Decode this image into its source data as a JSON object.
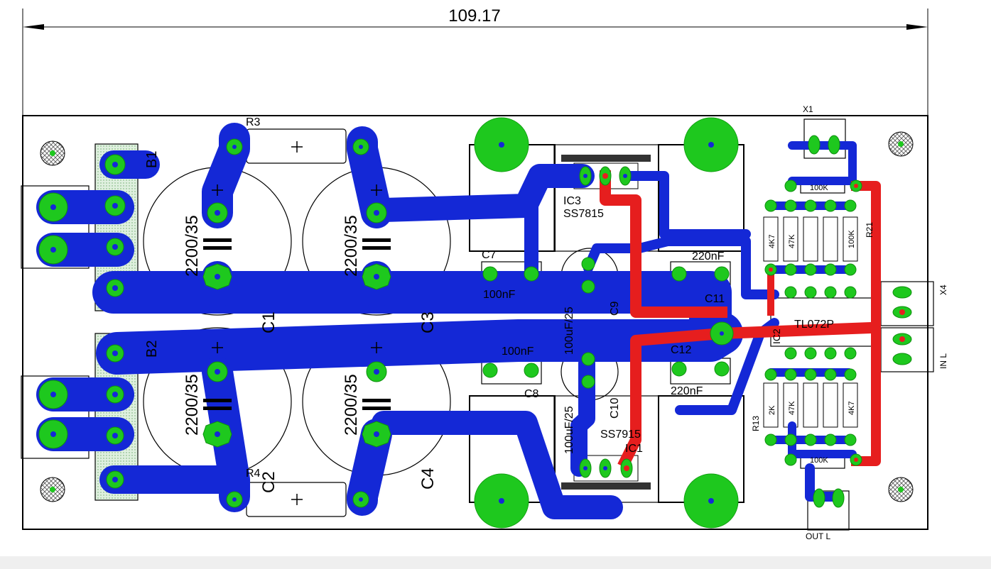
{
  "dimension": {
    "value": "109.17"
  },
  "capacitors_big": [
    {
      "ref": "C1",
      "value": "2200/35"
    },
    {
      "ref": "C3",
      "value": "2200/35"
    },
    {
      "ref": "C2",
      "value": "2200/35"
    },
    {
      "ref": "C4",
      "value": "2200/35"
    }
  ],
  "resistors": {
    "r3": "R3",
    "r4": "R4",
    "r13": "R13",
    "r21": "R21"
  },
  "bridges": {
    "b1": "B1",
    "b2": "B2"
  },
  "regulators": {
    "ic3": {
      "ref": "IC3",
      "part": "SS7815"
    },
    "ic1": {
      "ref": "IC1",
      "part": "SS7915"
    }
  },
  "small_caps": {
    "c7": {
      "ref": "C7",
      "value": "100nF"
    },
    "c8": {
      "ref": "C8",
      "value": "100nF"
    },
    "c9": {
      "ref": "C9",
      "value": "100uF/25"
    },
    "c10": {
      "ref": "C10",
      "value": "100uF/25"
    },
    "c11": {
      "ref": "C11",
      "value": "220nF"
    },
    "c12": {
      "ref": "C12",
      "value": "220nF"
    }
  },
  "opamp": {
    "ref": "IC2",
    "part": "TL072P"
  },
  "connectors": {
    "x1": "X1",
    "x4": "X4",
    "in": "IN L",
    "out": "OUT L"
  },
  "resistor_values": [
    "100K",
    "4K7",
    "47K",
    "100K",
    "100K",
    "47K",
    "4K7",
    "2K"
  ],
  "colors": {
    "top_copper": "#e61e1e",
    "bottom_copper": "#1428d6",
    "pad": "#1ec81e",
    "outline": "#000000"
  }
}
